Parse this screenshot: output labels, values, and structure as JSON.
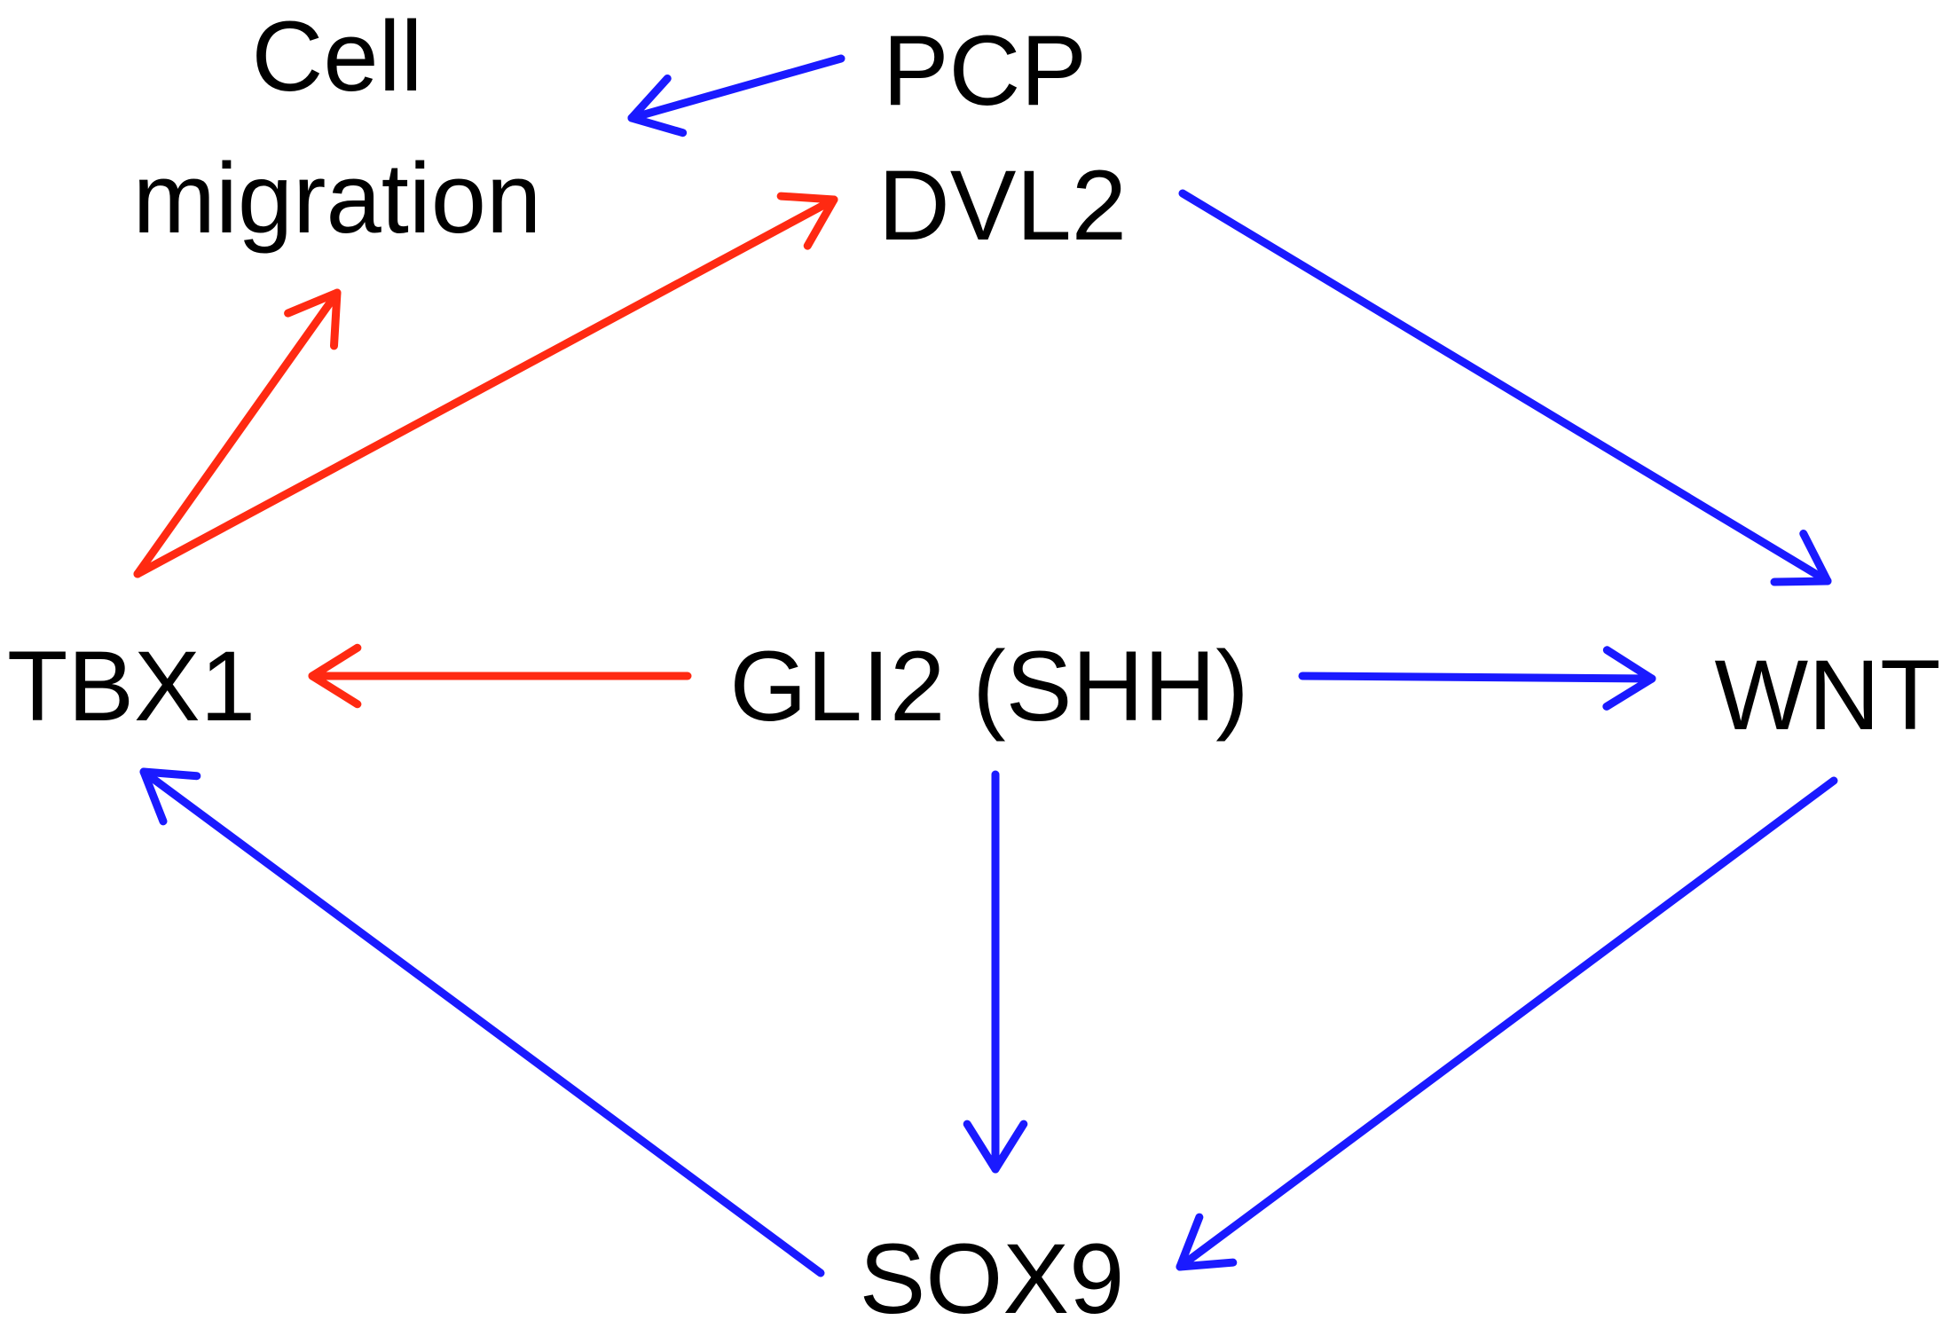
{
  "nodes": {
    "cell_migration": {
      "line1": "Cell",
      "line2": "migration"
    },
    "pcp": "PCP",
    "dvl2": "DVL2",
    "tbx1": "TBX1",
    "gli2": "GLI2 (SHH)",
    "wnt": "WNT",
    "sox9": "SOX9"
  },
  "edges": [
    {
      "from": "PCP",
      "to": "Cell migration",
      "color": "#1a1aff"
    },
    {
      "from": "TBX1",
      "to": "Cell migration",
      "color": "#ff2a12"
    },
    {
      "from": "TBX1",
      "to": "DVL2",
      "color": "#ff2a12"
    },
    {
      "from": "DVL2",
      "to": "WNT",
      "color": "#1a1aff"
    },
    {
      "from": "GLI2 (SHH)",
      "to": "TBX1",
      "color": "#ff2a12"
    },
    {
      "from": "GLI2 (SHH)",
      "to": "WNT",
      "color": "#1a1aff"
    },
    {
      "from": "GLI2 (SHH)",
      "to": "SOX9",
      "color": "#1a1aff"
    },
    {
      "from": "WNT",
      "to": "SOX9",
      "color": "#1a1aff"
    },
    {
      "from": "SOX9",
      "to": "TBX1",
      "color": "#1a1aff"
    }
  ],
  "colors": {
    "red": "#ff2a12",
    "blue": "#1a1aff",
    "text": "#000000",
    "background": "#ffffff"
  }
}
